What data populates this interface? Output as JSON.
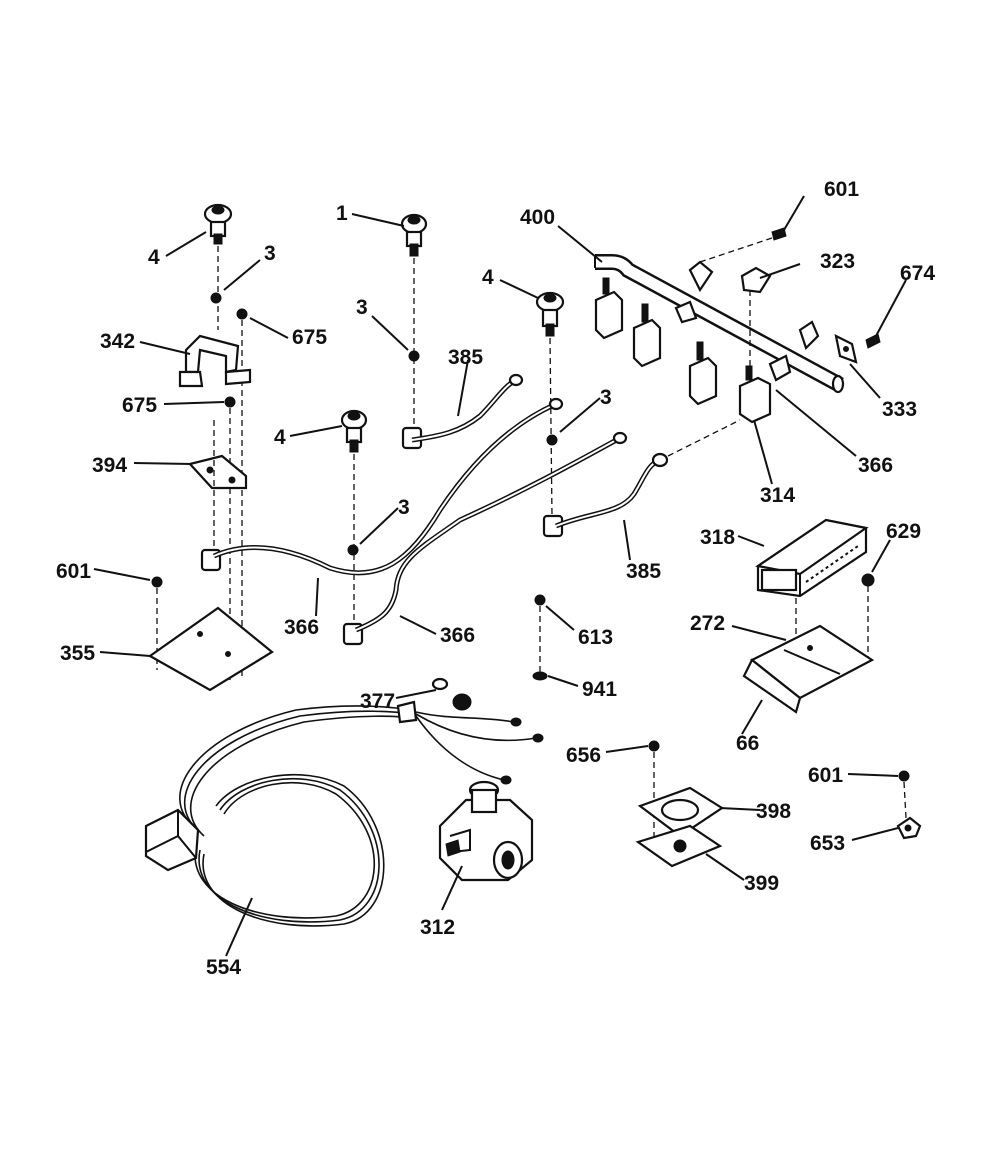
{
  "diagram": {
    "part_labels": {
      "p601_top": "601",
      "p400": "400",
      "p323": "323",
      "p674": "674",
      "p1": "1",
      "p4_left": "4",
      "p3_left": "3",
      "p342": "342",
      "p675_a": "675",
      "p675_b": "675",
      "p394": "394",
      "p3_mid": "3",
      "p385_top": "385",
      "p4_mid": "4",
      "p4_right": "4",
      "p3_right": "3",
      "p333": "333",
      "p366_right": "366",
      "p314": "314",
      "p3_center": "3",
      "p385_bottom": "385",
      "p318": "318",
      "p629": "629",
      "p601_left": "601",
      "p366_left": "366",
      "p366_center": "366",
      "p355": "355",
      "p613": "613",
      "p272": "272",
      "p941": "941",
      "p66": "66",
      "p377": "377",
      "p656": "656",
      "p601_right": "601",
      "p398": "398",
      "p653": "653",
      "p399": "399",
      "p312": "312",
      "p554": "554"
    }
  }
}
